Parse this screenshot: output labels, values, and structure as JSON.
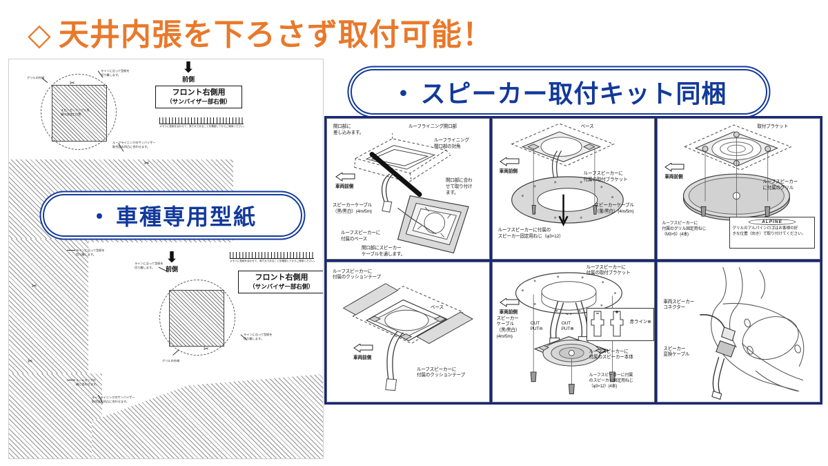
{
  "headline": {
    "diamond": "◇",
    "text": "天井内張を下ろさず取付可能！",
    "color": "#E8792B"
  },
  "pills": {
    "paper": {
      "bullet": "・",
      "label": "車種専用型紙"
    },
    "kit": {
      "bullet": "・",
      "label": "スピーカー取付キット同梱"
    },
    "border_color": "#12399B"
  },
  "paper_template": {
    "front_arrow_top": {
      "arrow": "⬇",
      "label": "前側"
    },
    "front_arrow_bottom": {
      "arrow": "⬇",
      "label": "前側"
    },
    "side_box_top": {
      "line1": "フロント右側用",
      "line2": "（サンバイザー部右側）"
    },
    "side_box_bottom": {
      "line1": "フロント右側用",
      "line2": "（サンバイザー部右側）"
    },
    "ruler_caption": "メモリに型紙を合わせて、実寸大であることを確認してからご使用ください。",
    "annotations": [
      {
        "id": "cut-line-top",
        "text": "ラインに沿って型紙を\n切り離します。"
      },
      {
        "id": "grille-edge-top",
        "text": "グリルの外縁"
      },
      {
        "id": "speaker-center-top",
        "text": "スピーカーケーブル用\n開口部加工位置"
      },
      {
        "id": "sunvisor-top",
        "text": "ルーフライニングのサンバイザー\n取付部の凹凸に合わせます。"
      },
      {
        "id": "cut-line-left",
        "text": "ラインに沿って型紙を\n切り離します。"
      },
      {
        "id": "roomlamp-left",
        "text": "ルームランプの\n端に合わせます。"
      },
      {
        "id": "cut-line-mid",
        "text": "ラインに沿って型紙を\n切り離します。"
      },
      {
        "id": "grille-edge-bottom",
        "text": "グリルの外縁"
      },
      {
        "id": "sunvisor-bottom",
        "text": "ルーフライニングのサンバイザー\n取付部の凹凸に合わせます。"
      },
      {
        "id": "cut-line-bottom",
        "text": "ラインに沿って型紙を\n切り離します。"
      }
    ],
    "scissors_glyph": "✂"
  },
  "kit_cells": [
    {
      "id": "cell-base-insert",
      "labels": [
        {
          "id": "insert-opening",
          "text": "開口部に\n差し込みます。"
        },
        {
          "id": "roof-lining-opening",
          "text": "ルーフライニング開口部"
        },
        {
          "id": "roof-lining-diagonal",
          "text": "ルーフライニング\n開口部の対角"
        },
        {
          "id": "fit-to-opening",
          "text": "開口部に合わ\nせて取り付け\nます。"
        },
        {
          "id": "speaker-cable",
          "text": "スピーカーケーブル\n（黒/黒白）(4m/5m)"
        },
        {
          "id": "base-supplied",
          "text": "ルーフスピーカーに\n付属のベース"
        },
        {
          "id": "pass-cable",
          "text": "開口部にスピーカー\nケーブルを通します。"
        }
      ],
      "vehicle_front": "車両前側"
    },
    {
      "id": "cell-bracket",
      "labels": [
        {
          "id": "base",
          "text": "ベース"
        },
        {
          "id": "bracket-supplied",
          "text": "ルーフスピーカーに\n付属の取付ブラケット"
        },
        {
          "id": "speaker-cable",
          "text": "スピーカーケーブル\n（黒/黒白）(4m/5m)"
        },
        {
          "id": "fixing-screws",
          "text": "ルーフスピーカーに付属の\nスピーカー固定用ねじ（φ3×12）"
        }
      ],
      "vehicle_front": "車両前側"
    },
    {
      "id": "cell-grille",
      "labels": [
        {
          "id": "mount-bracket",
          "text": "取付ブラケット"
        },
        {
          "id": "grille-supplied",
          "text": "ルーフスピーカー\nに付属のグリル"
        },
        {
          "id": "grille-screws",
          "text": "ルーフスピーカーに\n付属のグリル固定用ねじ\n（M3×5）(4本)"
        }
      ],
      "vehicle_front": "車両前側",
      "alpine_note": {
        "logo": "ALPINE",
        "text": "グリルのアルパインロゴはお客様の好\nきな位置（向き）で取り付けてください。"
      }
    },
    {
      "id": "cell-cushion-tape",
      "labels": [
        {
          "id": "cushion-tape-1",
          "text": "ルーフスピーカーに\n付属のクッションテープ"
        },
        {
          "id": "base",
          "text": "ベース"
        },
        {
          "id": "cushion-tape-2",
          "text": "ルーフスピーカーに\n付属のクッションテープ"
        }
      ],
      "vehicle_front": "車両前側"
    },
    {
      "id": "cell-speaker-body",
      "labels": [
        {
          "id": "bracket-supplied",
          "text": "ルーフスピーカーに\n付属の取付ブラケット"
        },
        {
          "id": "speaker-cable",
          "text": "スピーカー\nケーブル\n（黒/黒白）\n(4m/5m)"
        },
        {
          "id": "output-minus",
          "text": "OUT\nPUT⊖"
        },
        {
          "id": "output-plus",
          "text": "OUT\nPUT⊕"
        },
        {
          "id": "red-line",
          "text": "赤ライン⊕"
        },
        {
          "id": "speaker-unit",
          "text": "ルーフスピーカーに\n付属のスピーカー本体"
        },
        {
          "id": "fixing-screws",
          "text": "ルーフスピーカーに付属\nのスピーカー固定用ねじ\n（φ3×12）(4本)"
        }
      ],
      "vehicle_front": "車両前側"
    },
    {
      "id": "cell-connector",
      "labels": [
        {
          "id": "vehicle-speaker-connector",
          "text": "車両スピーカー\nコネクター"
        },
        {
          "id": "conversion-cable",
          "text": "スピーカー\n変換ケーブル"
        }
      ]
    }
  ]
}
